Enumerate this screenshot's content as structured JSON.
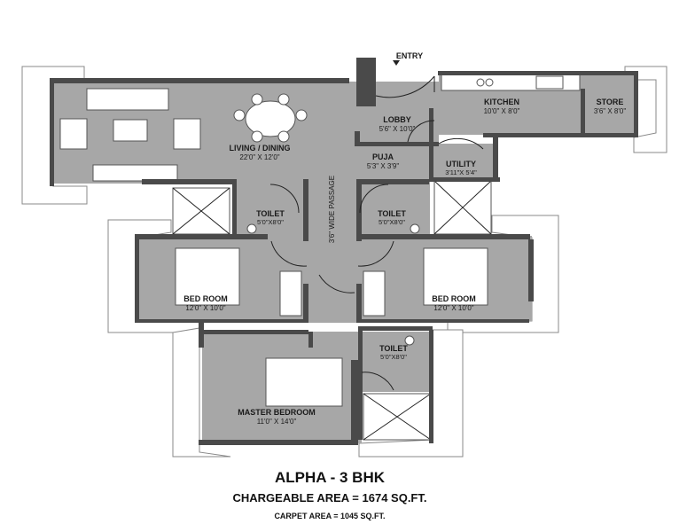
{
  "entry": "ENTRY",
  "rooms": {
    "living": {
      "name": "LIVING / DINING",
      "dims": "22'0\" X 12'0\""
    },
    "lobby": {
      "name": "LOBBY",
      "dims": "5'6\" X 10'0\""
    },
    "kitchen": {
      "name": "KITCHEN",
      "dims": "10'0\" X 8'0\""
    },
    "store": {
      "name": "STORE",
      "dims": "3'6\" X 8'0\""
    },
    "puja": {
      "name": "PUJA",
      "dims": "5'3\" X 3'9\""
    },
    "utility": {
      "name": "UTILITY",
      "dims": "3'11\"X 5'4\""
    },
    "toilet_left": {
      "name": "TOILET",
      "dims": "5'0\"X8'0\""
    },
    "toilet_right": {
      "name": "TOILET",
      "dims": "5'0\"X8'0\""
    },
    "toilet_master": {
      "name": "TOILET",
      "dims": "5'0\"X8'0\""
    },
    "bed_left": {
      "name": "BED ROOM",
      "dims": "12'0\" X 10'0\""
    },
    "bed_right": {
      "name": "BED ROOM",
      "dims": "12'0\" X 10'0\""
    },
    "master": {
      "name": "MASTER BEDROOM",
      "dims": "11'0\" X 14'0\""
    }
  },
  "passage": "3'6\" WIDE PASSAGE",
  "caption": {
    "title": "ALPHA - 3 BHK",
    "chargeable": "CHARGEABLE AREA = 1674 SQ.FT.",
    "carpet": "CARPET AREA = 1045 SQ.FT."
  }
}
